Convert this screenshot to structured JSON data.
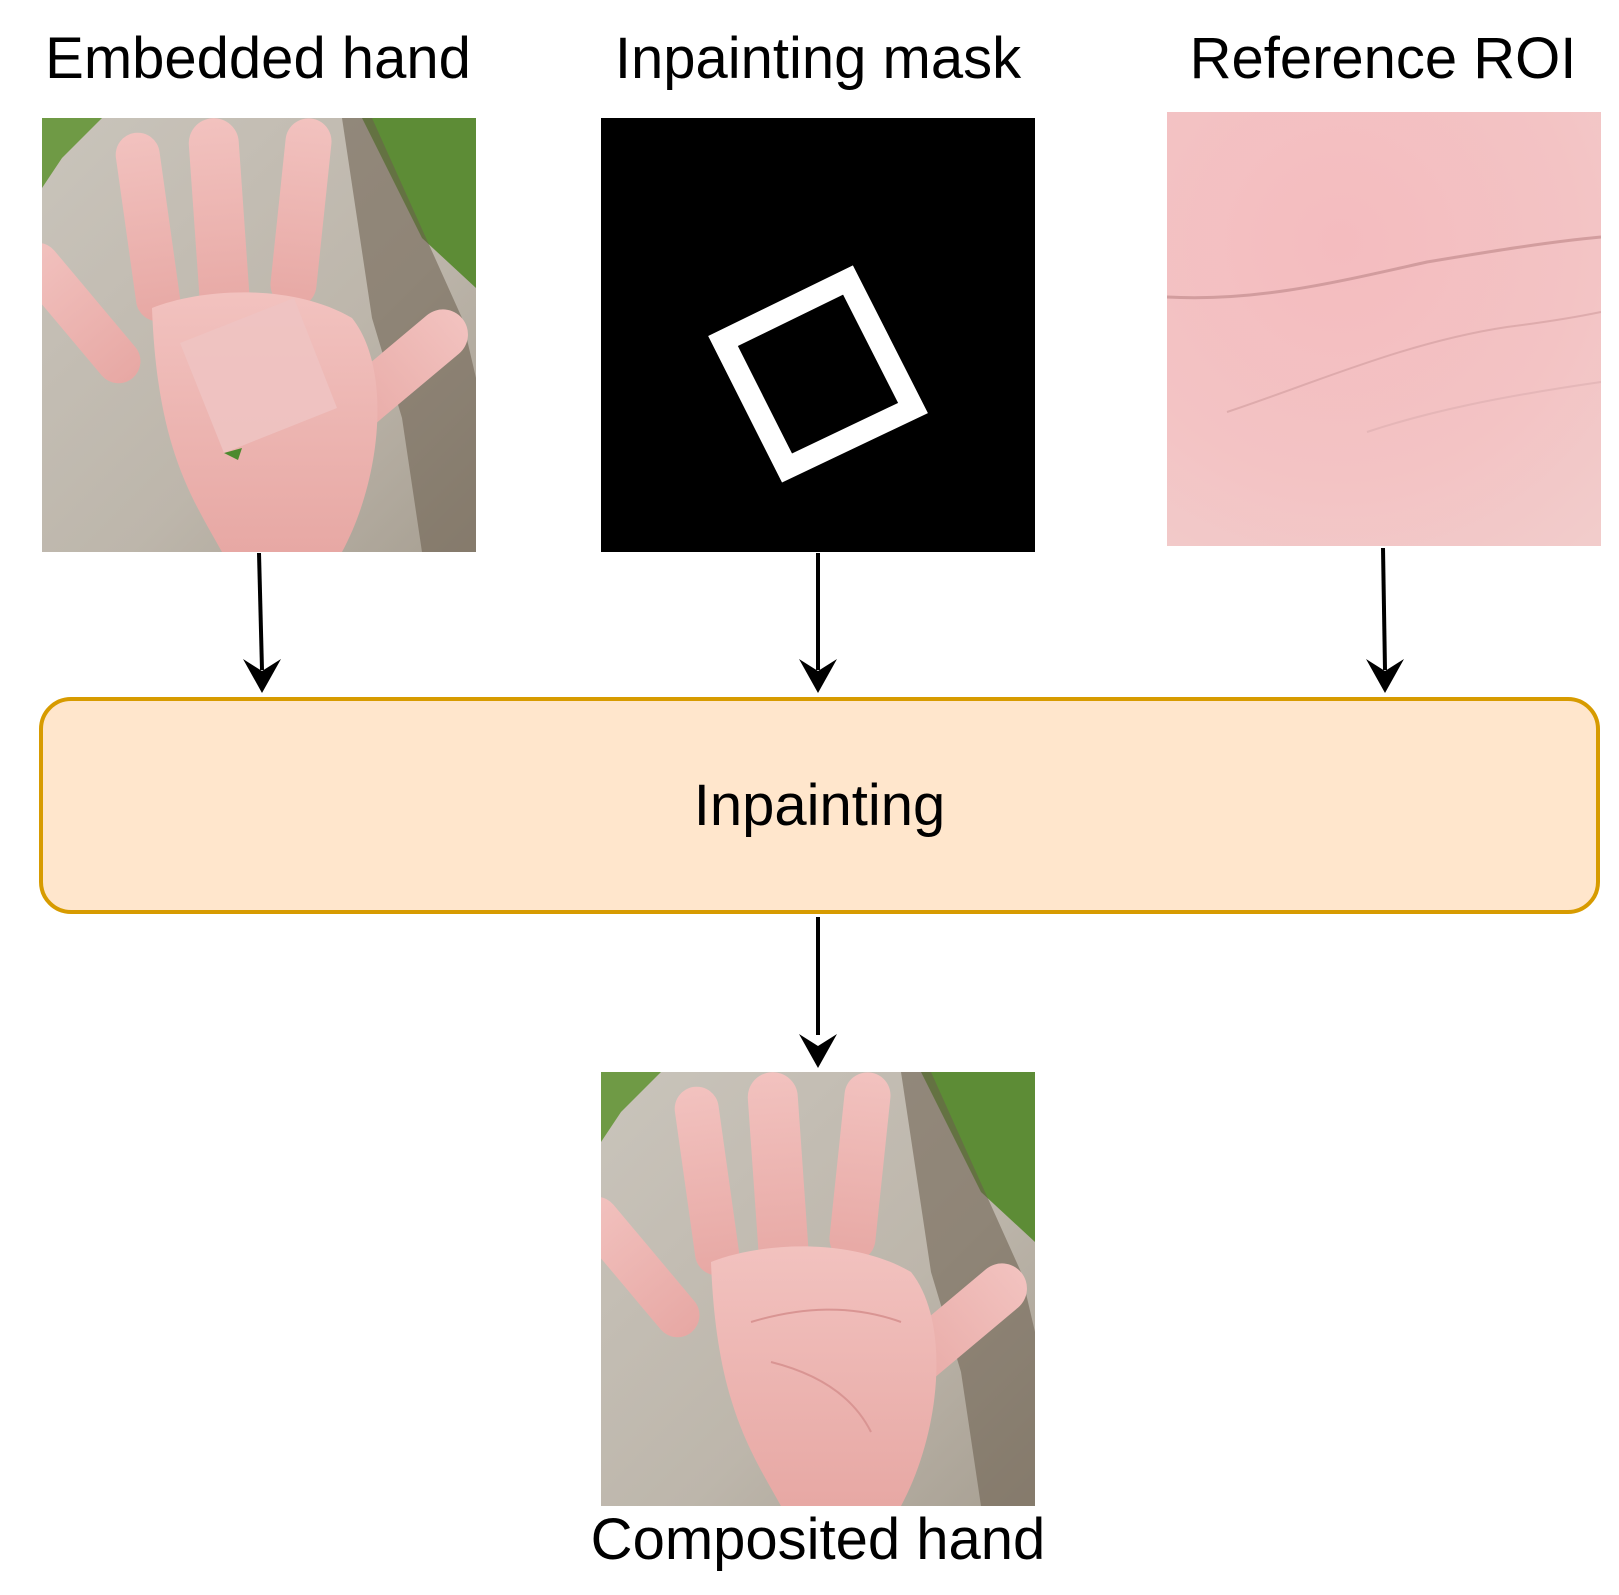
{
  "inputs": [
    {
      "label": "Embedded hand"
    },
    {
      "label": "Inpainting mask"
    },
    {
      "label": "Reference ROI"
    }
  ],
  "process": {
    "label": "Inpainting",
    "fill_color": "#ffe6cc",
    "border_color": "#d79b00"
  },
  "output": {
    "label": "Composited hand"
  }
}
